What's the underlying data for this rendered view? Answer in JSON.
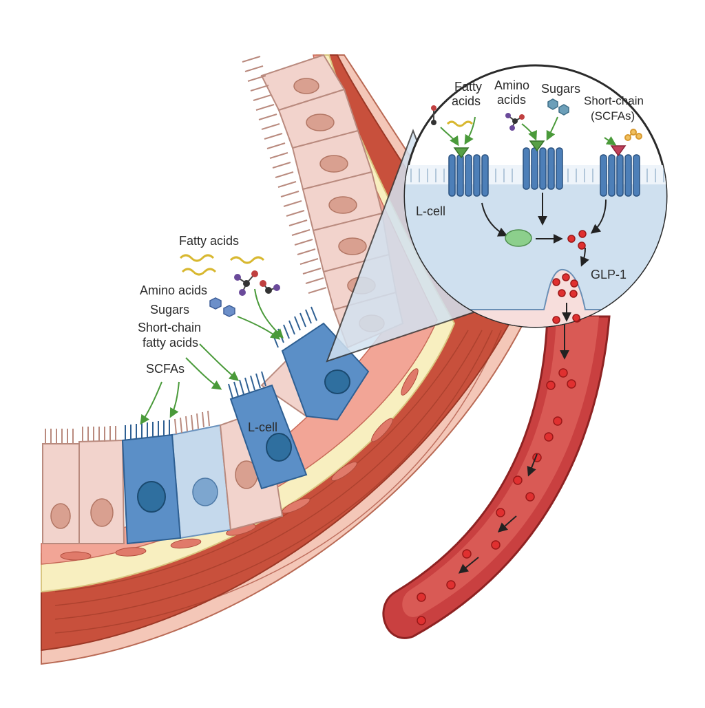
{
  "labels": {
    "fatty_acids": "Fatty acids",
    "amino_acids": "Amino acids",
    "sugars": "Sugars",
    "short_chain_line1": "Short-chain",
    "short_chain_line2": "fatty acids",
    "scfas": "SCFAs",
    "l_cell": "L-cell"
  },
  "inset": {
    "fatty_line1": "Fatty",
    "fatty_line2": "acids",
    "amino_line1": "Amino",
    "amino_line2": "acids",
    "sugars": "Sugars",
    "scfa_line1": "Short-chain",
    "scfa_line2": "(SCFAs)",
    "l_cell": "L-cell",
    "glp1": "GLP-1"
  },
  "colors": {
    "l_cell_fill": "#5b8fc7",
    "l_cell_nucleus": "#2f6f9f",
    "enterocyte_fill": "#f2d3cc",
    "enterocyte_nucleus": "#d9a090",
    "muscle": "#c8503c",
    "submucosa": "#f8efc0",
    "vessel": "#c94040",
    "glp1_particle": "#e03030",
    "arrow_green": "#4a9a3a",
    "receptor_blue": "#4d7fb8",
    "inset_bg": "#cfe0ef"
  }
}
